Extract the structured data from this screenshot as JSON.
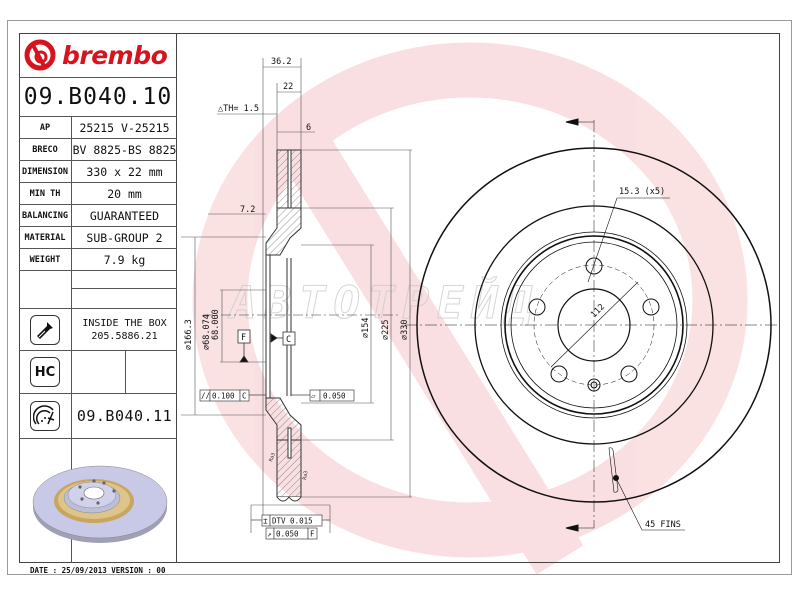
{
  "brand": {
    "name": "brembo",
    "color": "#d7141e"
  },
  "part_number": "09.B040.10",
  "specs": [
    {
      "label": "AP",
      "value": "25215 V-25215"
    },
    {
      "label": "BRECO",
      "value": "BV 8825-BS 8825"
    },
    {
      "label": "DIMENSION",
      "value": "330 x 22 mm"
    },
    {
      "label": "MIN TH",
      "value": "20 mm"
    },
    {
      "label": "BALANCING",
      "value": "GUARANTEED"
    },
    {
      "label": "MATERIAL",
      "value": "SUB-GROUP 2"
    },
    {
      "label": "WEIGHT",
      "value": "7.9 kg"
    }
  ],
  "inside_box": {
    "icon": "screw-icon",
    "line1": "INSIDE THE BOX",
    "line2": "205.5886.21"
  },
  "hc": {
    "icon": "hc-icon",
    "label": "HC"
  },
  "kit": {
    "icon": "disc-pad-kit-icon",
    "part_number": "09.B040.11"
  },
  "footer": {
    "text": "DATE : 25/09/2013 VERSION : 00"
  },
  "watermark": "ABTOTPEЙД",
  "section_view": {
    "dim_overall_width": "36.2",
    "dim_thickness": "22",
    "delta_th": "△TH= 1.5",
    "dim_6": "6",
    "dim_7_2": "7.2",
    "dia_166": "⌀166.3",
    "dia_68_upper": "⌀68.074",
    "dia_68_lower": "68.000",
    "dia_154": "⌀154",
    "dia_225": "⌀225",
    "dia_330": "⌀330",
    "datum_f": "F",
    "datum_c": "C",
    "tol_parallel": {
      "symbol": "//",
      "value": "0.100",
      "datum": "C"
    },
    "tol_flatness": {
      "symbol": "▱",
      "value": "0.050"
    },
    "tol_dtv": {
      "symbol": "⌶",
      "value": "DTV 0.015"
    },
    "tol_runout": {
      "symbol": "↗",
      "value": "0.050",
      "datum": "F"
    },
    "roughness_1": "Ra3",
    "roughness_2": "Ra3"
  },
  "front_view": {
    "bolt_hole_label": "15.3 (x5)",
    "pcd_label": "112",
    "fins_label": "45 FINS"
  }
}
